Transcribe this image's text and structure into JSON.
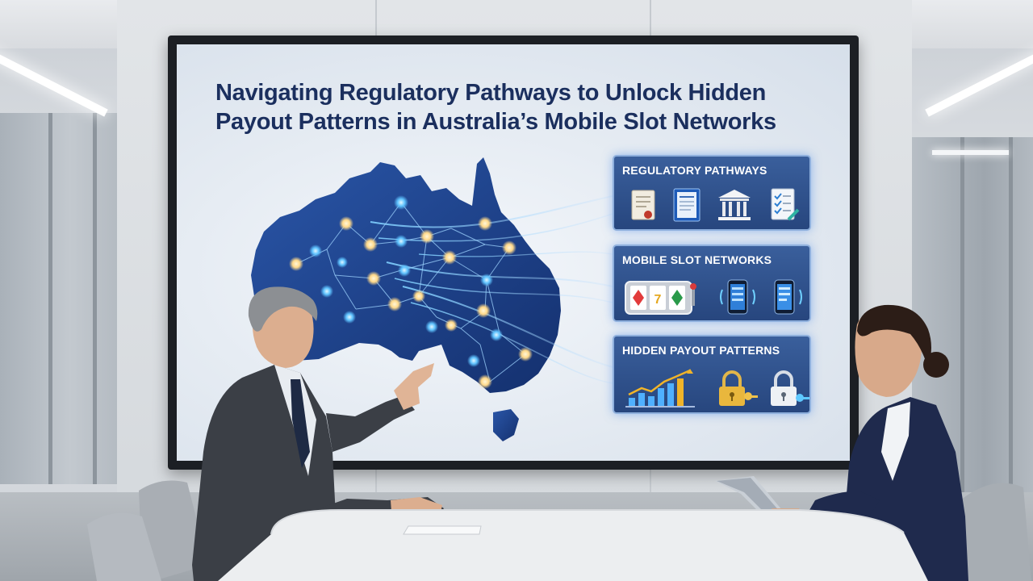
{
  "presentation": {
    "title_line1": "Navigating Regulatory Pathways to Unlock Hidden",
    "title_line2": "Payout Patterns in Australia’s Mobile Slot Networks"
  },
  "cards": [
    {
      "label": "REGULATORY PATHWAYS",
      "icons": [
        "certificate-icon",
        "document-icon",
        "bank-building-icon",
        "checklist-icon"
      ]
    },
    {
      "label": "MOBILE SLOT NETWORKS",
      "icons": [
        "slot-machine-icon",
        "smartphone-icon",
        "smartphone-icon"
      ]
    },
    {
      "label": "HIDDEN PAYOUT PATTERNS",
      "icons": [
        "bar-chart-icon",
        "padlock-icon",
        "padlock-icon"
      ]
    }
  ],
  "colors": {
    "title": "#1b2f5e",
    "map": "#1d3f8a",
    "card": "#2f5290",
    "node_warm": "#ffd98a",
    "node_cool": "#5fc3ff"
  }
}
